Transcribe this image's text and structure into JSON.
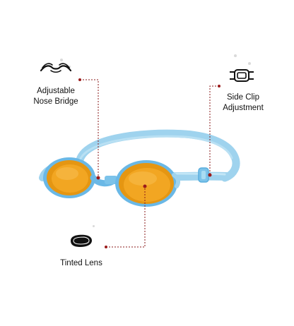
{
  "features": {
    "nose_bridge": {
      "line1": "Adjustable",
      "line2": "Nose Bridge",
      "icon": "nose-bridge-icon"
    },
    "side_clip": {
      "line1": "Side Clip",
      "line2": "Adjustment",
      "icon": "side-clip-icon"
    },
    "tinted_lens": {
      "line1": "Tinted Lens",
      "icon": "tinted-lens-icon"
    }
  },
  "colors": {
    "strap": "#9fd3ee",
    "frame": "#6ab8e6",
    "lens": "#f1a51f",
    "lens_dark": "#e08a0e",
    "leader": "#8a1a1a",
    "leader_dot": "#9b1b1b"
  }
}
